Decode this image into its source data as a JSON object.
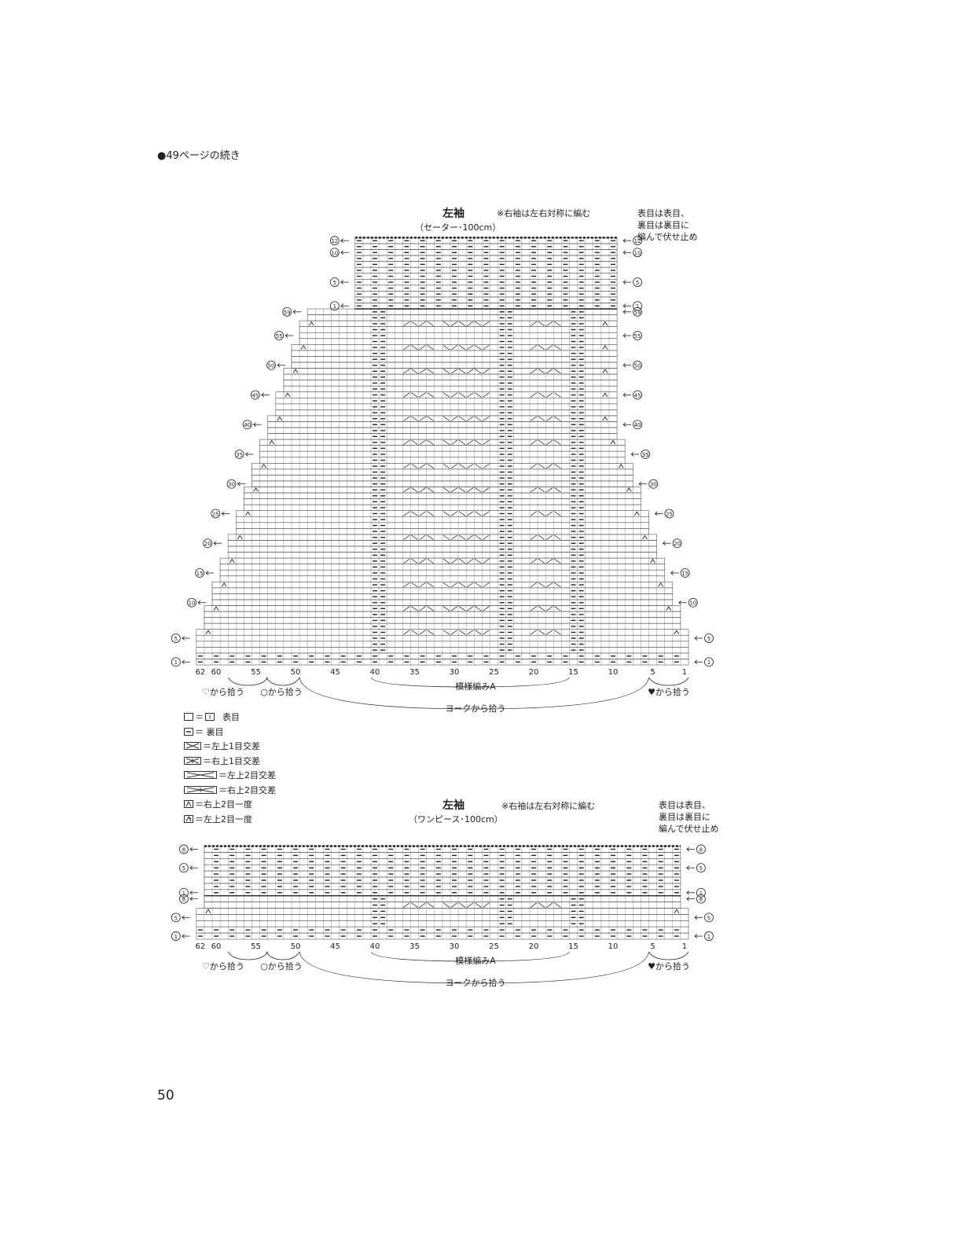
{
  "page": {
    "header": "●49ページの続き",
    "page_number": "50"
  },
  "chart1": {
    "title": "左袖",
    "subtitle": "（セーター･100cm）",
    "note": "※右袖は左右対称に編む",
    "bind_off_note": [
      "表目は表目、",
      "裏目は裏目に",
      "編んで伏せ止め"
    ],
    "row_labels": [
      {
        "text": "⑫",
        "row": 36
      },
      {
        "text": "⑩",
        "row": 34
      },
      {
        "text": "⑤",
        "row": 29
      },
      {
        "text": "①",
        "row": 25
      },
      {
        "text": "59",
        "row": 24
      },
      {
        "text": "55",
        "row": 20
      },
      {
        "text": "50",
        "row": 15
      },
      {
        "text": "45",
        "row": 10
      },
      {
        "text": "40",
        "row": 5
      },
      {
        "text": "35",
        "row": 0
      },
      {
        "text": "30",
        "row": -5
      },
      {
        "text": "25",
        "row": -10
      },
      {
        "text": "20",
        "row": -15
      },
      {
        "text": "15",
        "row": -20
      },
      {
        "text": "10",
        "row": -25
      },
      {
        "text": "5",
        "row": -30
      },
      {
        "text": "①",
        "row": -34
      }
    ],
    "stitch_numbers": [
      "62",
      "60",
      "55",
      "50",
      "45",
      "40",
      "35",
      "30",
      "25",
      "20",
      "15",
      "10",
      "5",
      "1"
    ],
    "pattern_label": "模様編みA",
    "pickup_labels": [
      "♡から拾う",
      "○から拾う",
      "ヨークから拾う",
      "♥から拾う"
    ]
  },
  "chart2": {
    "title": "左袖",
    "subtitle": "（ワンピース･100cm）",
    "note": "※右袖は左右対称に編む",
    "bind_off_note": [
      "表目は表目、",
      "裏目は裏目に",
      "編んで伏せ止め"
    ],
    "row_labels": [
      {
        "text": "⑧",
        "row": 13
      },
      {
        "text": "⑤",
        "row": 10
      },
      {
        "text": "①",
        "row": 6
      },
      {
        "text": "⑧",
        "row": 5
      },
      {
        "text": "⑤",
        "row": 2
      },
      {
        "text": "①",
        "row": -2
      }
    ],
    "stitch_numbers": [
      "62",
      "60",
      "55",
      "50",
      "45",
      "40",
      "35",
      "30",
      "25",
      "20",
      "15",
      "10",
      "5",
      "1"
    ],
    "pattern_label": "模様編みA",
    "pickup_labels": [
      "♡から拾う",
      "○から拾う",
      "ヨークから拾う",
      "♥から拾う"
    ]
  },
  "legend": [
    {
      "symbol": "knit",
      "text": "＝",
      "extra": "表目",
      "name": "knit"
    },
    {
      "symbol": "purl",
      "text": "＝ 裏目",
      "name": "purl"
    },
    {
      "symbol": "cross1L",
      "text": "＝左上1目交差",
      "name": "left-cross-1"
    },
    {
      "symbol": "cross1R",
      "text": "＝右上1目交差",
      "name": "right-cross-1"
    },
    {
      "symbol": "cross2L",
      "text": "＝左上2目交差",
      "name": "left-cross-2"
    },
    {
      "symbol": "cross2R",
      "text": "＝右上2目交差",
      "name": "right-cross-2"
    },
    {
      "symbol": "decR",
      "text": "＝右上2目一度",
      "name": "right-k2tog"
    },
    {
      "symbol": "decL",
      "text": "＝左上2目一度",
      "name": "left-k2tog"
    }
  ]
}
